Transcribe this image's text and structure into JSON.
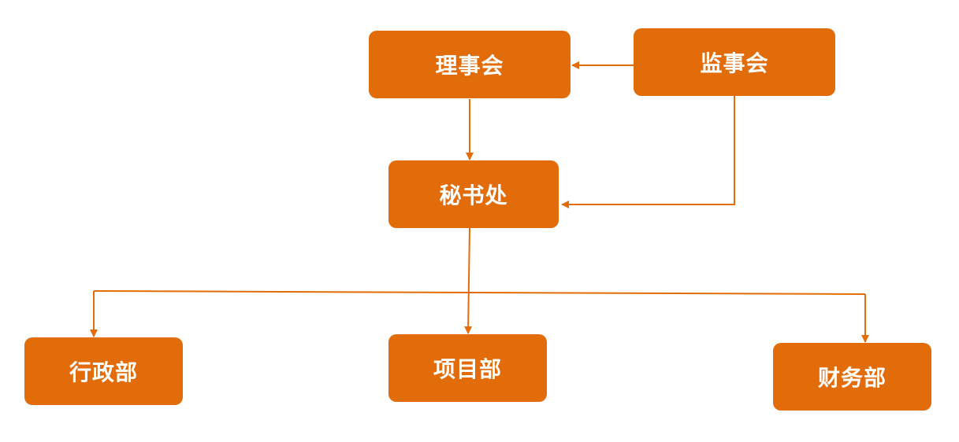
{
  "nodes": {
    "council": "理事会",
    "supervisors": "监事会",
    "secretariat": "秘书处",
    "admin": "行政部",
    "projects": "项目部",
    "finance": "财务部"
  },
  "colors": {
    "box_fill": "#e36c0a",
    "connector": "#e36c0a",
    "label_text": "#ffffff"
  }
}
